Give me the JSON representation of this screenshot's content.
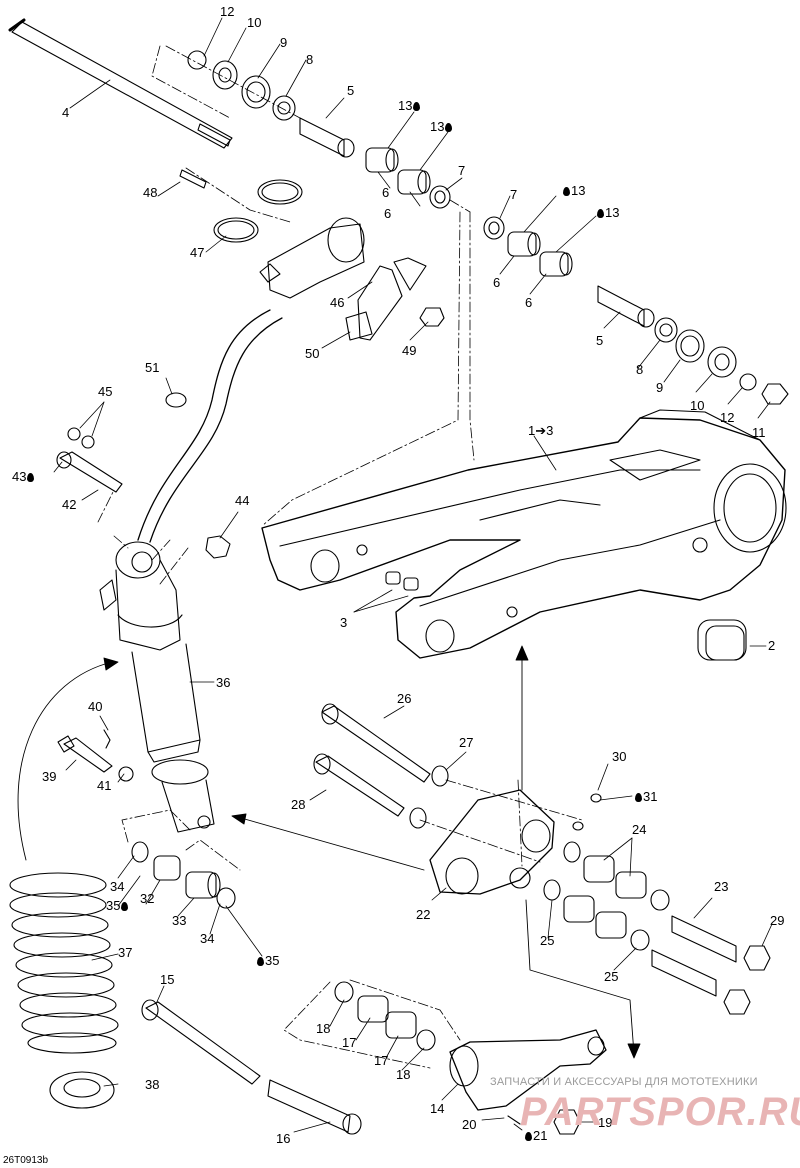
{
  "diagram_ref": "26T0913b",
  "watermark": {
    "caption": "ЗАПЧАСТИ И АКСЕССУАРЫ ДЛЯ МОТОТЕХНИКИ",
    "brand": "PARTSPOR.RU"
  },
  "callouts": {
    "c1": "12",
    "c2": "10",
    "c3": "9",
    "c4": "8",
    "c5": "4",
    "c6": "5",
    "c7": "13",
    "c8": "13",
    "c9": "6",
    "c10": "6",
    "c11": "7",
    "c12": "7",
    "c13": "13",
    "c14": "13",
    "c15": "48",
    "c16": "6",
    "c17": "6",
    "c18": "47",
    "c19": "5",
    "c20": "46",
    "c21": "50",
    "c22": "49",
    "c23": "8",
    "c24": "9",
    "c25": "10",
    "c26": "12",
    "c27": "11",
    "c28": "51",
    "c29": "45",
    "c30": "1➔3",
    "c31": "43",
    "c32": "42",
    "c33": "44",
    "c34": "3",
    "c35": "2",
    "c36": "36",
    "c37": "40",
    "c38": "26",
    "c39": "39",
    "c40": "27",
    "c41": "41",
    "c42": "30",
    "c43": "28",
    "c44": "31",
    "c45": "24",
    "c46": "34",
    "c47": "35",
    "c48": "32",
    "c49": "33",
    "c50": "22",
    "c51": "23",
    "c52": "34",
    "c53": "25",
    "c54": "29",
    "c55": "37",
    "c56": "35",
    "c57": "25",
    "c58": "15",
    "c59": "18",
    "c60": "17",
    "c61": "17",
    "c62": "18",
    "c63": "38",
    "c64": "14",
    "c65": "20",
    "c66": "21",
    "c67": "19",
    "c68": "16"
  },
  "lubricant_marked": [
    "c7",
    "c8",
    "c13",
    "c14",
    "c31",
    "c44",
    "c47",
    "c56",
    "c66"
  ]
}
